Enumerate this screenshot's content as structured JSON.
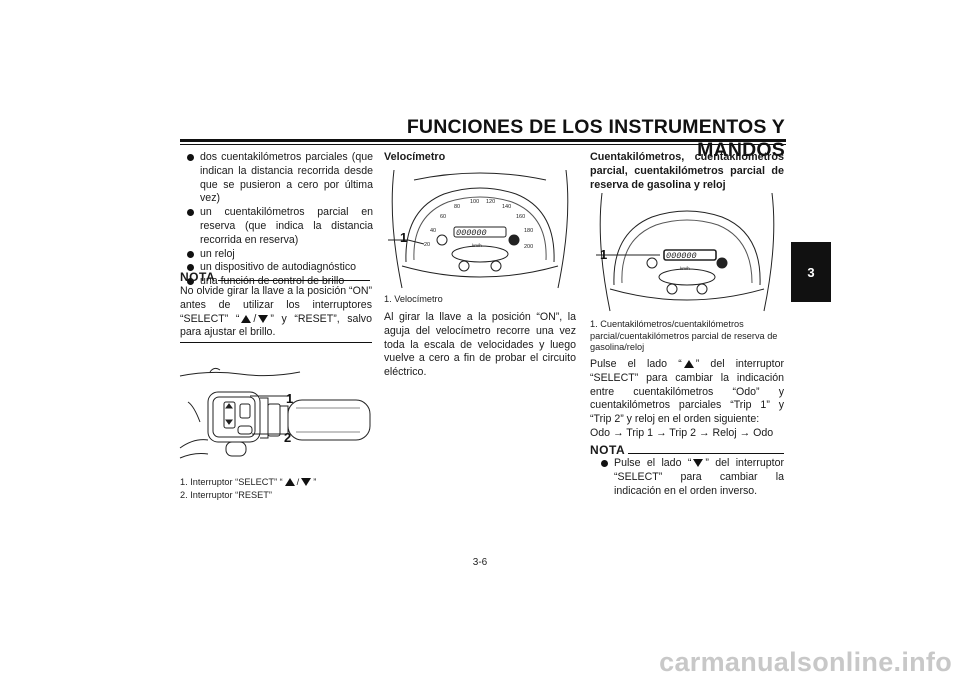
{
  "header": {
    "title": "FUNCIONES DE LOS INSTRUMENTOS Y MANDOS",
    "chapter": "3"
  },
  "col1": {
    "bullets": [
      "dos cuentakilómetros parciales (que indican la distancia recorrida desde que se pusieron a cero por última vez)",
      "un cuentakilómetros parcial en reserva (que indica la distancia recorrida en reserva)",
      "un reloj",
      "un dispositivo de autodiagnóstico",
      "una función de control de brillo"
    ],
    "nota_title": "NOTA",
    "nota_part1": "No olvide girar la llave a la posición “ON” antes de utilizar los interruptores “SELECT” “",
    "nota_part2": "/",
    "nota_part3": "” y “RESET”, salvo para ajustar el brillo.",
    "figure_labels": [
      "1",
      "2"
    ],
    "caption1_a": "1. Interruptor “SELECT” “",
    "caption1_b": "/",
    "caption1_c": "”",
    "caption2": "2. Interruptor “RESET”"
  },
  "col2": {
    "heading": "Velocímetro",
    "figure_label": "1",
    "gauge_odo": "000000",
    "gauge_unit": "km/h",
    "gauge_ticks": [
      "40",
      "60",
      "80",
      "100",
      "120",
      "140",
      "160",
      "180",
      "200",
      "20"
    ],
    "caption": "1. Velocímetro",
    "body": "Al girar la llave a la posición “ON”, la aguja del velocímetro recorre una vez toda la escala de velocidades y luego vuelve a cero a fin de probar el circuito eléctrico."
  },
  "col3": {
    "heading": "Cuentakilómetros, cuentakilómetros parcial, cuentakilómetros parcial de reserva de gasolina y reloj",
    "figure_label": "1",
    "gauge_odo": "000000",
    "gauge_unit": "km/h",
    "caption": "1. Cuentakilómetros/cuentakilómetros parcial/cuentakilómetros parcial de reserva de gasolina/reloj",
    "body_a": "Pulse el lado “",
    "body_b": "” del interruptor “SELECT” para cambiar la indicación entre cuentakilómetros “Odo” y cuentakilómetros parciales “Trip 1” y “Trip 2” y reloj en el orden siguiente:",
    "sequence": "Odo → Trip 1 → Trip 2 → Reloj → Odo",
    "nota_title": "NOTA",
    "nota_a": "Pulse el lado “",
    "nota_b": "” del interruptor “SELECT” para cambiar la indicación en el orden inverso."
  },
  "footer": {
    "page": "3-6"
  },
  "watermark": {
    "text": "carmanualsonline.info"
  }
}
